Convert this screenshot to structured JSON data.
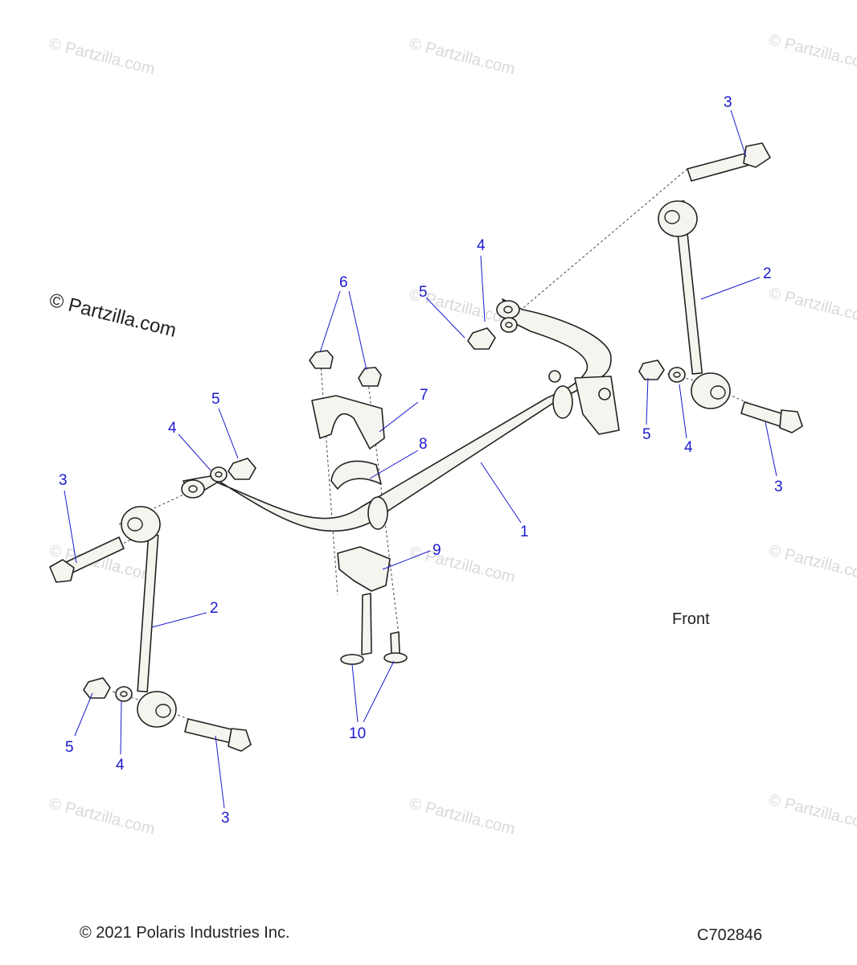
{
  "watermark": {
    "text": "© Partzilla.com",
    "prominent_text": "© Partzilla.com"
  },
  "front_label": "Front",
  "copyright": "© 2021 Polaris Industries Inc.",
  "diagram_code": "C702846",
  "callouts": [
    {
      "id": "c1",
      "label": "1"
    },
    {
      "id": "c2a",
      "label": "2"
    },
    {
      "id": "c2b",
      "label": "2"
    },
    {
      "id": "c3a",
      "label": "3"
    },
    {
      "id": "c3b",
      "label": "3"
    },
    {
      "id": "c3c",
      "label": "3"
    },
    {
      "id": "c3d",
      "label": "3"
    },
    {
      "id": "c4a",
      "label": "4"
    },
    {
      "id": "c4b",
      "label": "4"
    },
    {
      "id": "c4c",
      "label": "4"
    },
    {
      "id": "c4d",
      "label": "4"
    },
    {
      "id": "c5a",
      "label": "5"
    },
    {
      "id": "c5b",
      "label": "5"
    },
    {
      "id": "c5c",
      "label": "5"
    },
    {
      "id": "c5d",
      "label": "5"
    },
    {
      "id": "c6",
      "label": "6"
    },
    {
      "id": "c7",
      "label": "7"
    },
    {
      "id": "c8",
      "label": "8"
    },
    {
      "id": "c9",
      "label": "9"
    },
    {
      "id": "c10",
      "label": "10"
    }
  ],
  "colors": {
    "callout": "#1a1acc",
    "part_fill": "#f6f4ee",
    "outline": "#222222",
    "watermark": "#d9d9d9"
  }
}
